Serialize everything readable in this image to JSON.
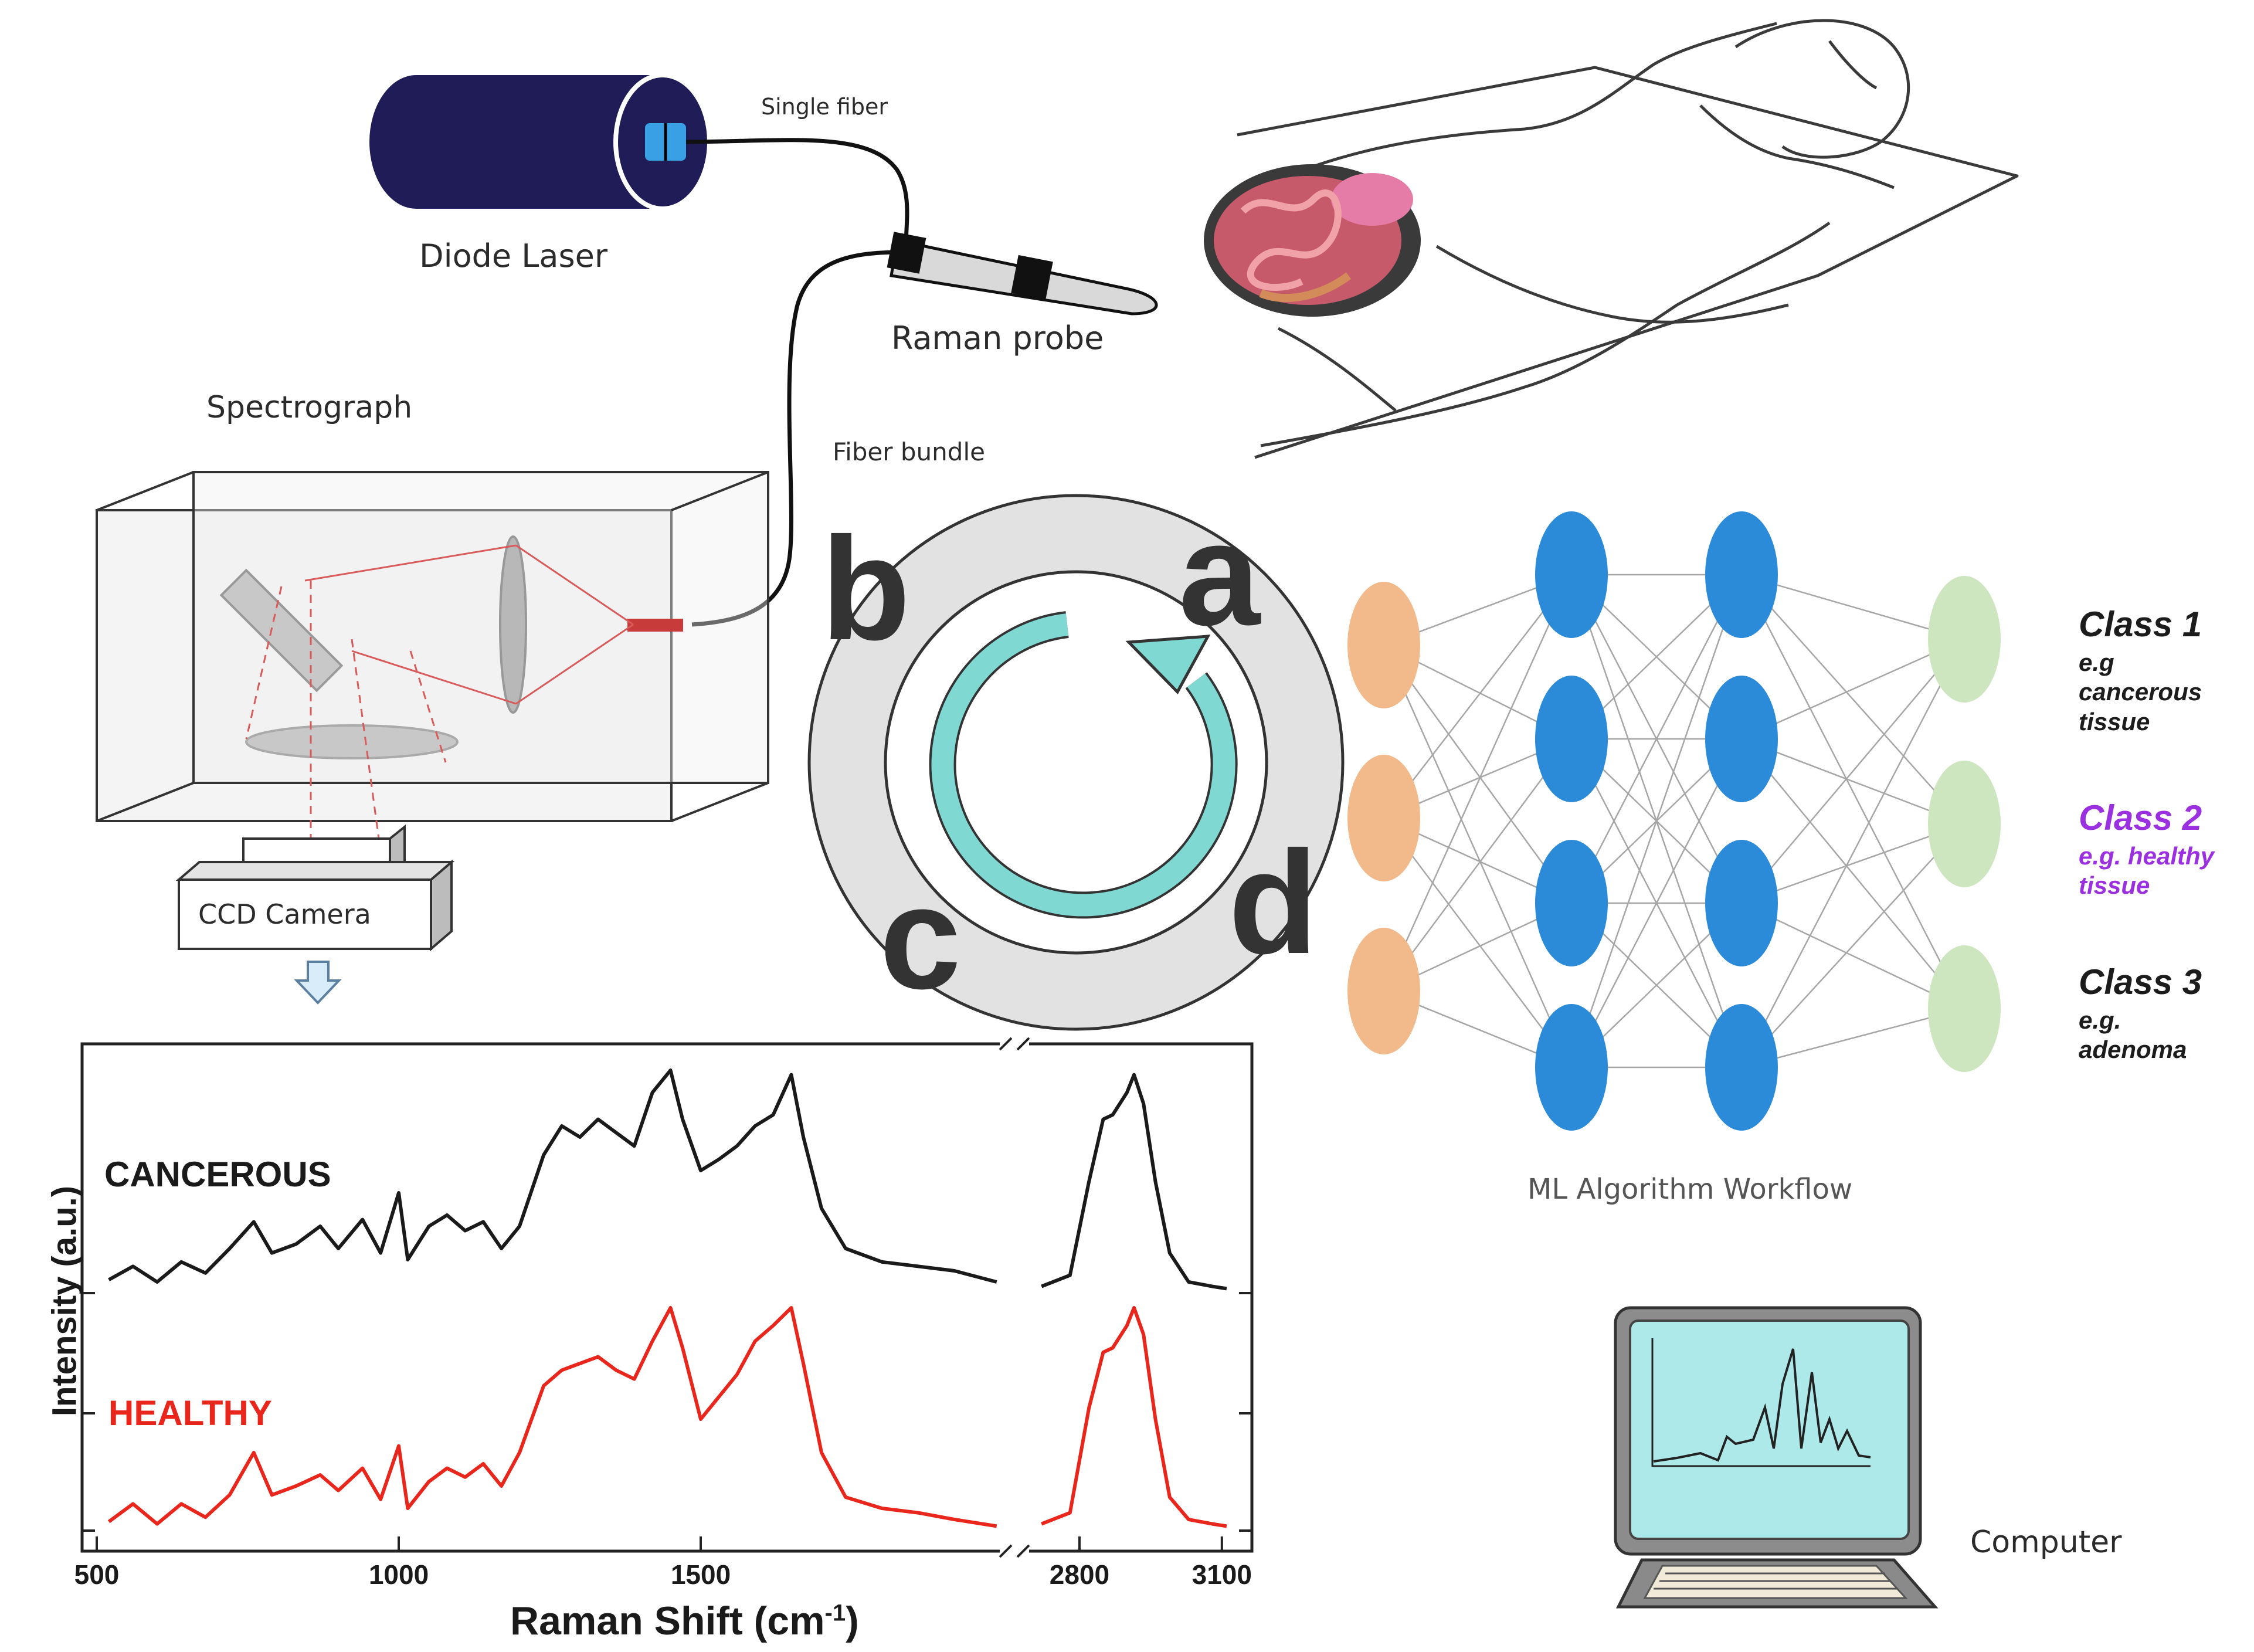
{
  "setup": {
    "diode_laser": "Diode Laser",
    "single_fiber": "Single fiber",
    "raman_probe": "Raman probe",
    "spectrograph": "Spectrograph",
    "fiber_bundle": "Fiber bundle",
    "ccd_camera": "CCD Camera",
    "computer": "Computer"
  },
  "cycle": {
    "steps": [
      "a",
      "b",
      "c",
      "d"
    ],
    "ring_color": "#e2e2e2",
    "arrow_color": "#7fd8d2"
  },
  "ml": {
    "title": "ML Algorithm Workflow",
    "layers": [
      3,
      4,
      4,
      3
    ],
    "colors": {
      "input": "#f2b98a",
      "hidden": "#2b8bd9",
      "output": "#cde6c0"
    },
    "classes": [
      {
        "title": "Class 1",
        "subtitle": [
          "e.g",
          "cancerous",
          "tissue"
        ],
        "color": "#1c1c1c"
      },
      {
        "title": "Class 2",
        "subtitle": [
          "e.g. healthy",
          "tissue"
        ],
        "color": "#9b30e0"
      },
      {
        "title": "Class 3",
        "subtitle": [
          "e.g.",
          "adenoma"
        ],
        "color": "#1c1c1c"
      }
    ]
  },
  "chart_data": {
    "type": "line",
    "xlabel": "Raman Shift (cm",
    "xlabel_sup": "-1",
    "xlabel_end": ")",
    "ylabel": "Intensity (a.u.)",
    "x_ticks_left": [
      500,
      1000,
      1500
    ],
    "x_ticks_right": [
      2800,
      3100
    ],
    "xlim_left": [
      500,
      2000
    ],
    "xlim_right": [
      2700,
      3120
    ],
    "broken_axis": true,
    "series": [
      {
        "name": "CANCEROUS",
        "color": "#1a1a1a",
        "points_left": [
          [
            520,
            0.06
          ],
          [
            560,
            0.12
          ],
          [
            600,
            0.05
          ],
          [
            640,
            0.14
          ],
          [
            680,
            0.09
          ],
          [
            720,
            0.2
          ],
          [
            760,
            0.32
          ],
          [
            790,
            0.18
          ],
          [
            830,
            0.22
          ],
          [
            870,
            0.3
          ],
          [
            900,
            0.2
          ],
          [
            940,
            0.33
          ],
          [
            970,
            0.18
          ],
          [
            1000,
            0.45
          ],
          [
            1015,
            0.15
          ],
          [
            1050,
            0.3
          ],
          [
            1080,
            0.35
          ],
          [
            1110,
            0.28
          ],
          [
            1140,
            0.32
          ],
          [
            1170,
            0.2
          ],
          [
            1200,
            0.3
          ],
          [
            1240,
            0.62
          ],
          [
            1270,
            0.75
          ],
          [
            1300,
            0.7
          ],
          [
            1330,
            0.78
          ],
          [
            1360,
            0.72
          ],
          [
            1390,
            0.66
          ],
          [
            1420,
            0.9
          ],
          [
            1450,
            1.0
          ],
          [
            1470,
            0.78
          ],
          [
            1500,
            0.55
          ],
          [
            1530,
            0.6
          ],
          [
            1560,
            0.66
          ],
          [
            1590,
            0.75
          ],
          [
            1620,
            0.8
          ],
          [
            1650,
            0.98
          ],
          [
            1670,
            0.7
          ],
          [
            1700,
            0.38
          ],
          [
            1740,
            0.2
          ],
          [
            1800,
            0.14
          ],
          [
            1860,
            0.12
          ],
          [
            1920,
            0.1
          ],
          [
            1990,
            0.05
          ]
        ],
        "points_right": [
          [
            2720,
            0.03
          ],
          [
            2780,
            0.08
          ],
          [
            2820,
            0.5
          ],
          [
            2850,
            0.78
          ],
          [
            2870,
            0.8
          ],
          [
            2900,
            0.9
          ],
          [
            2915,
            0.98
          ],
          [
            2935,
            0.85
          ],
          [
            2960,
            0.5
          ],
          [
            2990,
            0.18
          ],
          [
            3030,
            0.05
          ],
          [
            3080,
            0.03
          ],
          [
            3110,
            0.02
          ]
        ]
      },
      {
        "name": "HEALTHY",
        "color": "#e8261c",
        "points_left": [
          [
            520,
            0.04
          ],
          [
            560,
            0.12
          ],
          [
            600,
            0.03
          ],
          [
            640,
            0.12
          ],
          [
            680,
            0.06
          ],
          [
            720,
            0.16
          ],
          [
            760,
            0.35
          ],
          [
            790,
            0.16
          ],
          [
            830,
            0.2
          ],
          [
            870,
            0.25
          ],
          [
            900,
            0.18
          ],
          [
            940,
            0.28
          ],
          [
            970,
            0.14
          ],
          [
            1000,
            0.38
          ],
          [
            1015,
            0.1
          ],
          [
            1050,
            0.22
          ],
          [
            1080,
            0.28
          ],
          [
            1110,
            0.24
          ],
          [
            1140,
            0.3
          ],
          [
            1170,
            0.2
          ],
          [
            1200,
            0.35
          ],
          [
            1240,
            0.65
          ],
          [
            1270,
            0.72
          ],
          [
            1300,
            0.75
          ],
          [
            1330,
            0.78
          ],
          [
            1360,
            0.72
          ],
          [
            1390,
            0.68
          ],
          [
            1420,
            0.85
          ],
          [
            1450,
            1.0
          ],
          [
            1470,
            0.82
          ],
          [
            1500,
            0.5
          ],
          [
            1530,
            0.6
          ],
          [
            1560,
            0.7
          ],
          [
            1590,
            0.85
          ],
          [
            1620,
            0.92
          ],
          [
            1650,
            1.0
          ],
          [
            1670,
            0.75
          ],
          [
            1700,
            0.35
          ],
          [
            1740,
            0.15
          ],
          [
            1800,
            0.1
          ],
          [
            1860,
            0.08
          ],
          [
            1920,
            0.05
          ],
          [
            1990,
            0.02
          ]
        ],
        "points_right": [
          [
            2720,
            0.03
          ],
          [
            2780,
            0.08
          ],
          [
            2820,
            0.55
          ],
          [
            2850,
            0.8
          ],
          [
            2870,
            0.82
          ],
          [
            2900,
            0.92
          ],
          [
            2915,
            1.0
          ],
          [
            2935,
            0.88
          ],
          [
            2960,
            0.5
          ],
          [
            2990,
            0.15
          ],
          [
            3030,
            0.05
          ],
          [
            3080,
            0.03
          ],
          [
            3110,
            0.02
          ]
        ]
      }
    ]
  }
}
